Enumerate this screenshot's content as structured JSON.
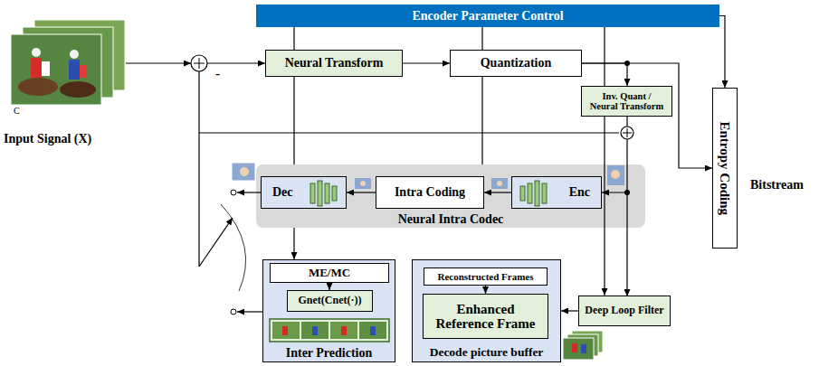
{
  "diagram": {
    "nodes": [
      {
        "text": [
          "Encoder Parameter Control"
        ]
      },
      {
        "text": [
          "Neural Transform"
        ]
      },
      {
        "text": [
          "Quantization"
        ]
      },
      {
        "text": [
          "Inv. Quant / Neural Transform"
        ]
      },
      {
        "text": [
          "Entropy Coding"
        ]
      },
      {
        "text": [
          "Neural Intra Codec"
        ]
      },
      {
        "text": [
          "Dec"
        ],
        "in": 5
      },
      {
        "text": [
          "Intra Coding"
        ],
        "in": 5
      },
      {
        "text": [
          "Enc"
        ],
        "in": 5
      },
      {
        "text": [
          "Inter Prediction"
        ]
      },
      {
        "text": [
          "ME/MC"
        ],
        "in": 9
      },
      {
        "text": [
          "Gnet(Cnet(·))"
        ],
        "in": 9
      },
      {
        "text": [
          "Decode picture buffer"
        ]
      },
      {
        "text": [
          "Reconstructed Frames"
        ],
        "in": 12
      },
      {
        "text": [
          "Enhanced Reference Frame"
        ],
        "in": 12
      },
      {
        "text": [
          "Deep Loop Filter"
        ]
      }
    ],
    "edges": [
      {
        "from": 1,
        "to": 2,
        "arrow": "to"
      },
      {
        "from": 2,
        "to": 4,
        "arrow": "to"
      },
      {
        "from": 2,
        "to": 3,
        "arrow": "to"
      },
      {
        "from": 0,
        "to": 4,
        "arrow": "to"
      },
      {
        "from": 0,
        "to": 1,
        "arrow": "none"
      },
      {
        "from": 0,
        "to": 2,
        "arrow": "none"
      },
      {
        "from": 0,
        "to": 3,
        "arrow": "none"
      },
      {
        "from": 2,
        "to": 5,
        "arrow": "none"
      },
      {
        "from": 3,
        "to": 8,
        "arrow": "to"
      },
      {
        "from": 3,
        "to": 15,
        "arrow": "to"
      },
      {
        "from": 8,
        "to": 7,
        "arrow": "to"
      },
      {
        "from": 7,
        "to": 6,
        "arrow": "to"
      },
      {
        "from": 1,
        "to": 5,
        "arrow": "none"
      },
      {
        "from": 5,
        "to": 9,
        "arrow": "to"
      },
      {
        "from": 15,
        "to": 12,
        "arrow": "to"
      },
      {
        "from": 13,
        "to": 14,
        "arrow": "to"
      },
      {
        "from": 10,
        "to": 11,
        "arrow": "to"
      }
    ],
    "labels": [
      "C",
      "Input Signal (X)",
      "-",
      "Bitstream"
    ]
  }
}
